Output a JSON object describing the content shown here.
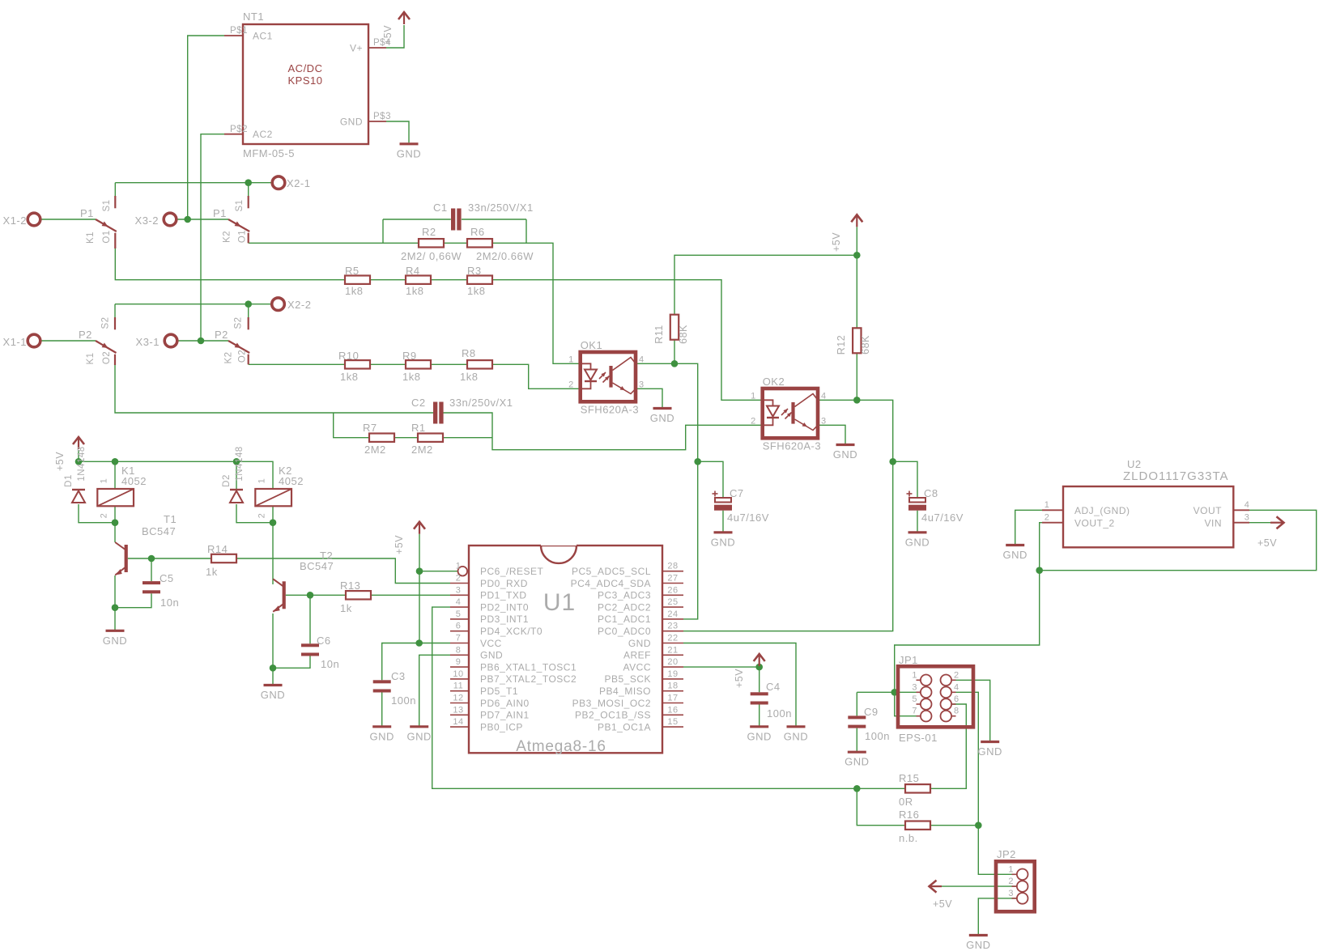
{
  "schematic": {
    "power_block": {
      "ref": "NT1",
      "type_line1": "AC/DC",
      "type_line2": "KPS10",
      "part": "MFM-05-5",
      "pin_ac1": "AC1",
      "pin_ac2": "AC2",
      "pin_vplus": "V+",
      "pin_gnd": "GND",
      "pad1": "P$1",
      "pad2": "P$2",
      "pad3": "P$3",
      "pad4": "P$4"
    },
    "net_labels": {
      "gnd": "GND",
      "p5v": "+5V"
    },
    "pads": {
      "x1_2": "X1-2",
      "x3_2": "X3-2",
      "x2_1": "X2-1",
      "x1_1": "X1-1",
      "x3_1": "X3-1",
      "x2_2": "X2-2"
    },
    "contacts": {
      "p1": "P1",
      "p2": "P2",
      "s1": "S1",
      "s2": "S2",
      "k1": "K1",
      "k2": "K2",
      "o1": "O1",
      "o2": "O2"
    },
    "resistors": {
      "r1": {
        "ref": "R1",
        "value": "2M2"
      },
      "r2": {
        "ref": "R2",
        "value": "2M2/ 0,66W"
      },
      "r3": {
        "ref": "R3",
        "value": "1k8"
      },
      "r4": {
        "ref": "R4",
        "value": "1k8"
      },
      "r5": {
        "ref": "R5",
        "value": "1k8"
      },
      "r6": {
        "ref": "R6",
        "value": "2M2/0.66W"
      },
      "r7": {
        "ref": "R7",
        "value": "2M2"
      },
      "r8": {
        "ref": "R8",
        "value": "1k8"
      },
      "r9": {
        "ref": "R9",
        "value": "1k8"
      },
      "r10": {
        "ref": "R10",
        "value": "1k8"
      },
      "r11": {
        "ref": "R11",
        "value": "68K"
      },
      "r12": {
        "ref": "R12",
        "value": "68K"
      },
      "r13": {
        "ref": "R13",
        "value": "1k"
      },
      "r14": {
        "ref": "R14",
        "value": "1k"
      },
      "r15": {
        "ref": "R15",
        "value": "0R"
      },
      "r16": {
        "ref": "R16",
        "value": "n.b."
      }
    },
    "capacitors": {
      "c1": {
        "ref": "C1",
        "value": "33n/250V/X1"
      },
      "c2": {
        "ref": "C2",
        "value": "33n/250v/X1"
      },
      "c3": {
        "ref": "C3",
        "value": "100n"
      },
      "c4": {
        "ref": "C4",
        "value": "100n"
      },
      "c5": {
        "ref": "C5",
        "value": "10n"
      },
      "c6": {
        "ref": "C6",
        "value": "10n"
      },
      "c7": {
        "ref": "C7",
        "value": "4u7/16V"
      },
      "c8": {
        "ref": "C8",
        "value": "4u7/16V"
      },
      "c9": {
        "ref": "C9",
        "value": "100n"
      }
    },
    "optocouplers": {
      "ok1": {
        "ref": "OK1",
        "part": "SFH620A-3"
      },
      "ok2": {
        "ref": "OK2",
        "part": "SFH620A-3"
      },
      "pin1": "1",
      "pin2": "2",
      "pin3": "3",
      "pin4": "4"
    },
    "relays": {
      "k1": {
        "ref": "K1",
        "part": "4052"
      },
      "k2": {
        "ref": "K2",
        "part": "4052"
      },
      "pin1": "1",
      "pin2": "2"
    },
    "diodes": {
      "d1": {
        "ref": "D1",
        "part": "1N4148"
      },
      "d2": {
        "ref": "D2",
        "part": "1N4148"
      }
    },
    "transistors": {
      "t1": {
        "ref": "T1",
        "part": "BC547"
      },
      "t2": {
        "ref": "T2",
        "part": "BC547"
      }
    },
    "mcu": {
      "ref": "U1",
      "part": "Atmega8-16",
      "left_pins": [
        {
          "num": "1",
          "name": "PC6_/RESET"
        },
        {
          "num": "2",
          "name": "PD0_RXD"
        },
        {
          "num": "3",
          "name": "PD1_TXD"
        },
        {
          "num": "4",
          "name": "PD2_INT0"
        },
        {
          "num": "5",
          "name": "PD3_INT1"
        },
        {
          "num": "6",
          "name": "PD4_XCK/T0"
        },
        {
          "num": "7",
          "name": "VCC"
        },
        {
          "num": "8",
          "name": "GND"
        },
        {
          "num": "9",
          "name": "PB6_XTAL1_TOSC1"
        },
        {
          "num": "10",
          "name": "PB7_XTAL2_TOSC2"
        },
        {
          "num": "11",
          "name": "PD5_T1"
        },
        {
          "num": "12",
          "name": "PD6_AIN0"
        },
        {
          "num": "13",
          "name": "PD7_AIN1"
        },
        {
          "num": "14",
          "name": "PB0_ICP"
        }
      ],
      "right_pins": [
        {
          "num": "28",
          "name": "PC5_ADC5_SCL"
        },
        {
          "num": "27",
          "name": "PC4_ADC4_SDA"
        },
        {
          "num": "26",
          "name": "PC3_ADC3"
        },
        {
          "num": "25",
          "name": "PC2_ADC2"
        },
        {
          "num": "24",
          "name": "PC1_ADC1"
        },
        {
          "num": "23",
          "name": "PC0_ADC0"
        },
        {
          "num": "22",
          "name": "GND"
        },
        {
          "num": "21",
          "name": "AREF"
        },
        {
          "num": "20",
          "name": "AVCC"
        },
        {
          "num": "19",
          "name": "PB5_SCK"
        },
        {
          "num": "18",
          "name": "PB4_MISO"
        },
        {
          "num": "17",
          "name": "PB3_MOSI_OC2"
        },
        {
          "num": "16",
          "name": "PB2_OC1B_/SS"
        },
        {
          "num": "15",
          "name": "PB1_OC1A"
        }
      ]
    },
    "regulator": {
      "ref": "U2",
      "part": "ZLDO1117G33TA",
      "pins": [
        {
          "num": "1",
          "name": "ADJ_(GND)"
        },
        {
          "num": "2",
          "name": "VOUT_2"
        },
        {
          "num": "3",
          "name": "VIN"
        },
        {
          "num": "4",
          "name": "VOUT"
        }
      ]
    },
    "jp1": {
      "ref": "JP1",
      "part": "EPS-01",
      "pins": [
        "1",
        "2",
        "3",
        "4",
        "5",
        "6",
        "7",
        "8"
      ]
    },
    "jp2": {
      "ref": "JP2",
      "pins": [
        "1",
        "2",
        "3"
      ]
    }
  }
}
